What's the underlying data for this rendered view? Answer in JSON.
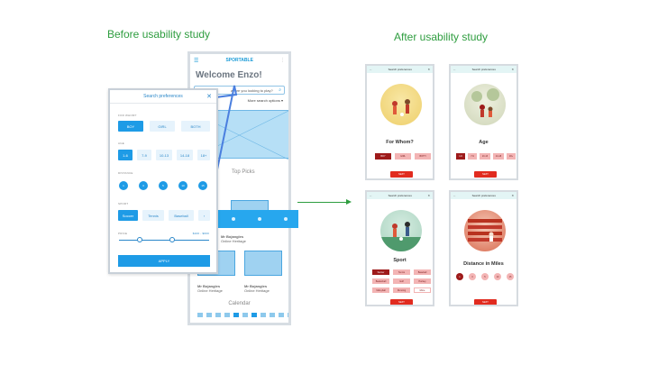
{
  "headings": {
    "before": "Before usability study",
    "after": "After usability study"
  },
  "colors": {
    "heading_green": "#2e9d3f",
    "primary_blue": "#1e9be6",
    "selected_red": "#9e1a1a",
    "unselected_pink": "#f3b4b4",
    "next_red": "#e12b1f"
  },
  "before": {
    "main_phone": {
      "brand": "SPORTABLE",
      "welcome": "Welcome Enzo!",
      "search_placeholder": "at are you looking to play?",
      "more_search_options": "More search options",
      "section_title": "Top Picks",
      "cards": [
        {
          "title": "Mr Bojangles",
          "subtitle": "Online Heritage"
        },
        {
          "title": "Mr Bojangles",
          "subtitle": "Online Heritage"
        },
        {
          "title": "Mr Bojangles",
          "subtitle": "Online Heritage"
        }
      ],
      "calendar_label": "Calendar"
    },
    "overlay": {
      "title": "Search preferences",
      "sections": {
        "for_whom": "FOR WHOM?",
        "age": "AGE",
        "distance": "DISTANCE",
        "sport": "SPORT",
        "price": "PRICE"
      },
      "for_whom_options": [
        "BOY",
        "GIRL",
        "BOTH"
      ],
      "age_options": [
        "1-6",
        "7-9",
        "10-13",
        "14-18",
        "18+"
      ],
      "distance_options": [
        "1",
        "3",
        "5",
        "10",
        "15"
      ],
      "sport_options": [
        "Soccer",
        "Tennis",
        "Baseball",
        "›"
      ],
      "price_range": "$100 - $600",
      "apply_label": "APPLY"
    }
  },
  "after": {
    "panel_header": "Search preferences",
    "for_whom": {
      "title": "For Whom?",
      "options": [
        "BOY",
        "GIRL",
        "BOTH"
      ],
      "next_label": "NEXT"
    },
    "age": {
      "title": "Age",
      "options": [
        "1-6",
        "7-9",
        "10-13",
        "14-18",
        "18+"
      ],
      "next_label": "NEXT"
    },
    "sport": {
      "title": "Sport",
      "options": [
        "Soccer",
        "Tennis",
        "Baseball",
        "Basketball",
        "Golf",
        "Hockey",
        "Volleyball",
        "Running",
        "More"
      ],
      "next_label": "NEXT"
    },
    "distance": {
      "title": "Distance in Miles",
      "options": [
        "1",
        "3",
        "5",
        "10",
        "15"
      ],
      "next_label": "NEXT"
    }
  }
}
